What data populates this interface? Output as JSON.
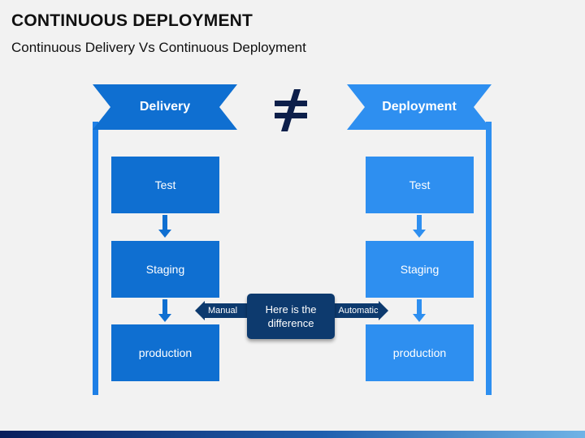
{
  "header": {
    "title": "CONTINUOUS DEPLOYMENT",
    "subtitle": "Continuous Delivery Vs Continuous Deployment"
  },
  "colors": {
    "delivery": "#0f6fd1",
    "deployment": "#2e8ff0",
    "center": "#0d3a6e",
    "line": "#1e7fe6"
  },
  "delivery": {
    "label": "Delivery",
    "steps": [
      "Test",
      "Staging",
      "production"
    ]
  },
  "deployment": {
    "label": "Deployment",
    "steps": [
      "Test",
      "Staging",
      "production"
    ]
  },
  "comparison": {
    "symbol": "not-equal-icon",
    "center_text": "Here is the difference",
    "left_label": "Manual",
    "right_label": "Automatic"
  }
}
